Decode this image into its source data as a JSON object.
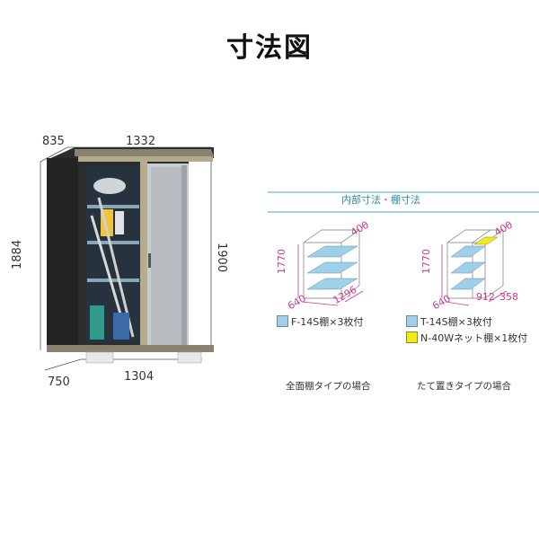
{
  "page_title": "寸法図",
  "shed_dims": {
    "top_depth": "835",
    "top_width": "1332",
    "left_height": "1884",
    "right_height": "1900",
    "bottom_depth": "750",
    "bottom_width": "1304"
  },
  "section_title": {
    "part1": "内部寸法",
    "dot": "・",
    "part2": "棚寸法"
  },
  "diagram_left": {
    "height": "1770",
    "depth": "640",
    "width": "1296",
    "shelf_depth": "400",
    "legend": [
      {
        "label": "F-14S棚×3枚付",
        "color": "#9fd0ea"
      }
    ],
    "caption": "全面棚タイプの場合"
  },
  "diagram_right": {
    "height": "1770",
    "depth": "640",
    "width_a": "912",
    "width_b": "358",
    "shelf_depth": "400",
    "legend": [
      {
        "label": "T-14S棚×3枚付",
        "color": "#9fd0ea"
      },
      {
        "label": "N-40Wネット棚×1枚付",
        "color": "#f2ea1a"
      }
    ],
    "caption": "たて置きタイプの場合"
  },
  "colors": {
    "accent_teal": "#2a8aa8",
    "dimension_pink": "#cc3a8d",
    "shelf_blue": "#9fd0ea",
    "net_yellow": "#f2ea1a",
    "shed_body": "#2e2f2f"
  }
}
